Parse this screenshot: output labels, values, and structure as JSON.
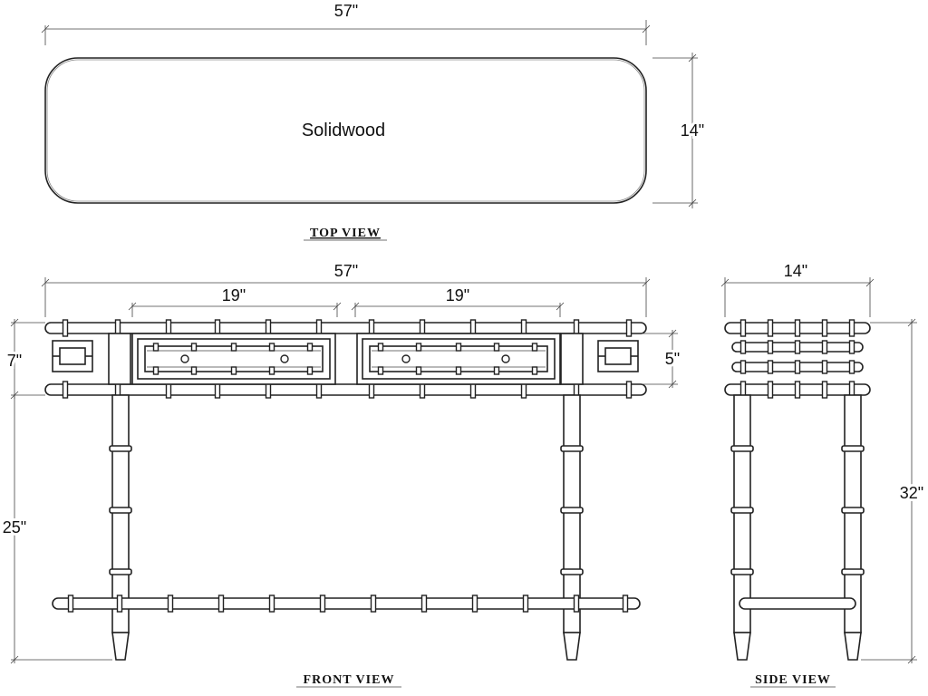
{
  "top_view": {
    "width_label": "57\"",
    "depth_label": "14\"",
    "material_label": "Solidwood",
    "view_label": "TOP VIEW"
  },
  "front_view": {
    "width_label": "57\"",
    "left_drawer_label": "19\"",
    "right_drawer_label": "19\"",
    "apron_height_label": "7\"",
    "drawer_height_label": "5\"",
    "leg_height_label": "25\"",
    "view_label": "FRONT VIEW"
  },
  "side_view": {
    "depth_label": "14\"",
    "total_height_label": "32\"",
    "view_label": "SIDE VIEW"
  }
}
